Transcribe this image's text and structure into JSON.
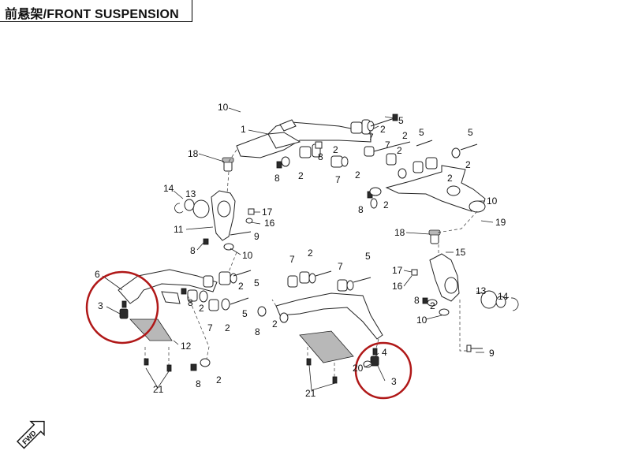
{
  "title": "前悬架/FRONT SUSPENSION",
  "labels": {
    "c10a": "10",
    "c1": "1",
    "c5a": "5",
    "c2a": "2",
    "c5b": "5",
    "c5c": "5",
    "c7a": "7",
    "c2b": "2",
    "c2c": "2",
    "c2d": "2",
    "c8a": "8",
    "c2e": "2",
    "c8b": "8",
    "c7b": "7",
    "c2f": "2",
    "c7c": "7",
    "c18a": "18",
    "c2g": "2",
    "c2h": "2",
    "c10b": "10",
    "c14a": "14",
    "c13a": "13",
    "c8c": "8",
    "c2i": "2",
    "c17a": "17",
    "c16a": "16",
    "c11": "11",
    "c9a": "9",
    "c19": "19",
    "c8d": "8",
    "c10c": "10",
    "c18b": "18",
    "c6": "6",
    "c7d": "7",
    "c2j": "2",
    "c7e": "7",
    "c5d": "5",
    "c15": "15",
    "c3a": "3",
    "c8e": "8",
    "c2k": "2",
    "c5e": "5",
    "c2l": "2",
    "c17b": "17",
    "c16b": "16",
    "c13b": "13",
    "c7f": "7",
    "c2m": "2",
    "c5f": "5",
    "c8f": "8",
    "c2n": "2",
    "c14b": "14",
    "c2o": "2",
    "c8g": "8",
    "c10d": "10",
    "c12": "12",
    "c4": "4",
    "c9b": "9",
    "c8h": "8",
    "c2p": "2",
    "c20": "20",
    "c3b": "3",
    "c21a": "21",
    "c21b": "21"
  },
  "direction_icon_text": "FWD",
  "colors": {
    "highlight": "#b01818",
    "line": "#222222"
  }
}
